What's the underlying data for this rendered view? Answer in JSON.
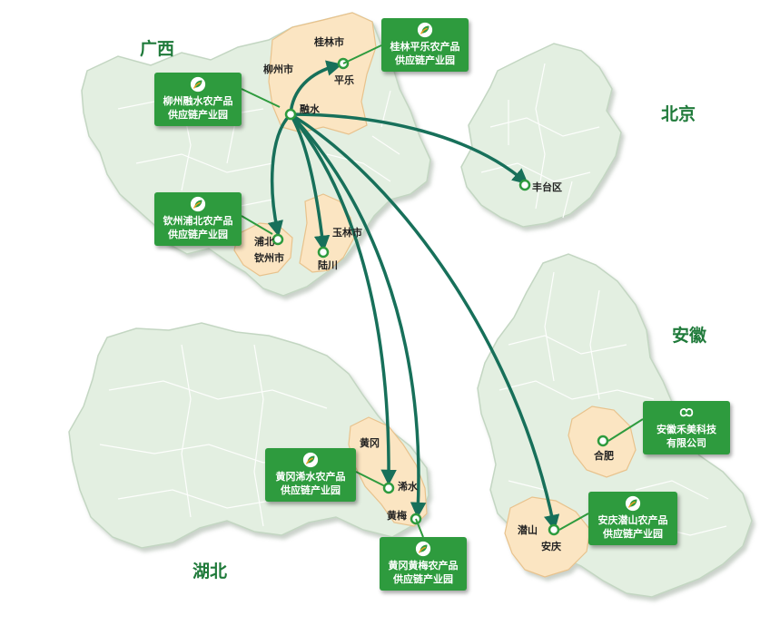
{
  "regions": {
    "guangxi": "广西",
    "beijing": "北京",
    "anhui": "安徽",
    "hubei": "湖北"
  },
  "cities": {
    "guilin": "桂林市",
    "liuzhou": "柳州市",
    "pingle": "平乐",
    "rongshui": "融水",
    "yulin": "玉林市",
    "pubei": "浦北",
    "qinzhou": "钦州市",
    "luchuan": "陆川",
    "fengtai": "丰台区",
    "huanggang": "黄冈",
    "xishui": "浠水",
    "huangmei": "黄梅",
    "hefei": "合肥",
    "qianshan": "潜山",
    "anqing": "安庆"
  },
  "callouts": {
    "guilin_pingle": [
      "桂林平乐农产品",
      "供应链产业园"
    ],
    "liuzhou_rongshui": [
      "柳州融水农产品",
      "供应链产业园"
    ],
    "qinzhou_pubei": [
      "钦州浦北农产品",
      "供应链产业园"
    ],
    "huanggang_xishui": [
      "黄冈浠水农产品",
      "供应链产业园"
    ],
    "huanggang_huangmei": [
      "黄冈黄梅农产品",
      "供应链产业园"
    ],
    "anhui_hemei": [
      "安徽禾美科技",
      "有限公司"
    ],
    "anqing_qianshan": [
      "安庆潜山农产品",
      "供应链产业园"
    ]
  },
  "colors": {
    "province_fill": "#e3efe1",
    "province_stroke": "#c3d6c2",
    "highlight_fill": "#fbe5c2",
    "highlight_stroke": "#e8c28c",
    "arrow": "#17705a",
    "callout": "#2e9b3e",
    "marker": "#2e9b3e"
  },
  "routes": [
    {
      "from": "rongshui",
      "to": "pingle"
    },
    {
      "from": "rongshui",
      "to": "pubei"
    },
    {
      "from": "rongshui",
      "to": "luchuan"
    },
    {
      "from": "rongshui",
      "to": "fengtai"
    },
    {
      "from": "rongshui",
      "to": "xishui"
    },
    {
      "from": "rongshui",
      "to": "huangmei"
    },
    {
      "from": "rongshui",
      "to": "anqing"
    }
  ]
}
